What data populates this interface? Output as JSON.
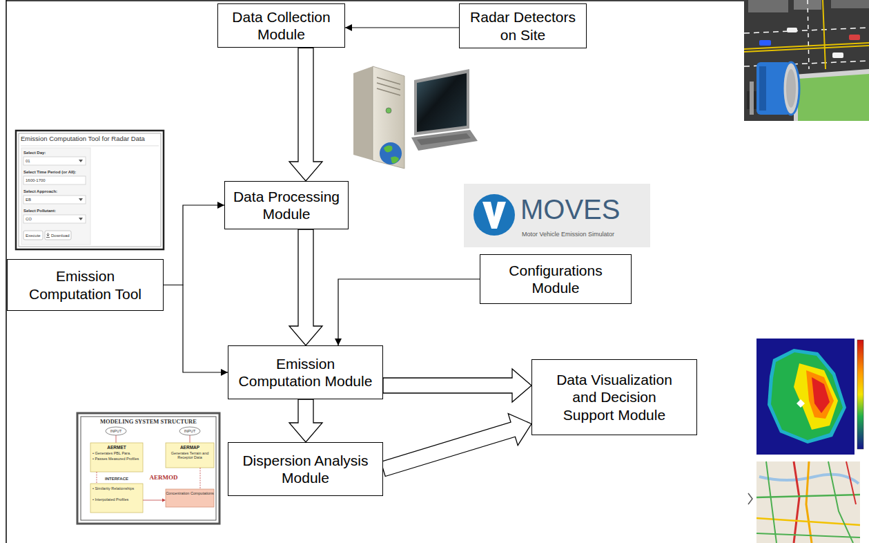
{
  "diagram": {
    "nodes": [
      {
        "text": [
          "Data Collection Module"
        ]
      },
      {
        "text": [
          "Radar Detectors on Site"
        ]
      },
      {
        "text": [
          "Data Processing Module"
        ]
      },
      {
        "text": [
          "Emission Computation Tool"
        ]
      },
      {
        "text": [
          "Configurations Module"
        ]
      },
      {
        "text": [
          "Emission Computation Module"
        ]
      },
      {
        "text": [
          "Data Visualization and Decision Support Module"
        ]
      },
      {
        "text": [
          "Dispersion Analysis Module"
        ]
      }
    ],
    "edges": [
      {
        "from": 1,
        "to": 0,
        "arrow": "to"
      },
      {
        "from": 0,
        "to": 2,
        "arrow": "to"
      },
      {
        "from": 3,
        "to": 2,
        "arrow": "to"
      },
      {
        "from": 3,
        "to": 5,
        "arrow": "to"
      },
      {
        "from": 2,
        "to": 5,
        "arrow": "to"
      },
      {
        "from": 4,
        "to": 5,
        "arrow": "to"
      },
      {
        "from": 5,
        "to": 6,
        "arrow": "to"
      },
      {
        "from": 5,
        "to": 7,
        "arrow": "to"
      },
      {
        "from": 7,
        "to": 6,
        "arrow": "to"
      }
    ],
    "labels": [
      "Emission Computation Tool for Radar Data",
      "Select Day:",
      "01",
      "Select Time Period (or All):",
      "1600-1700",
      "Select Approach:",
      "EB",
      "Select Pollutant:",
      "CO",
      "Execute",
      "Download",
      "MOVES",
      "Motor Vehicle Emission Simulator",
      "MODELING SYSTEM STRUCTURE",
      "INPUT",
      "AERMET",
      "• Generates PBL Para.",
      "• Passes Measured Profiles",
      "INPUT",
      "AERMAP",
      "Generates Terrain and Receptor Data",
      "AERMOD",
      "INTERFACE",
      "• Similarity Relationships",
      "• Interpolated Profiles",
      "Concentration Computations"
    ]
  }
}
